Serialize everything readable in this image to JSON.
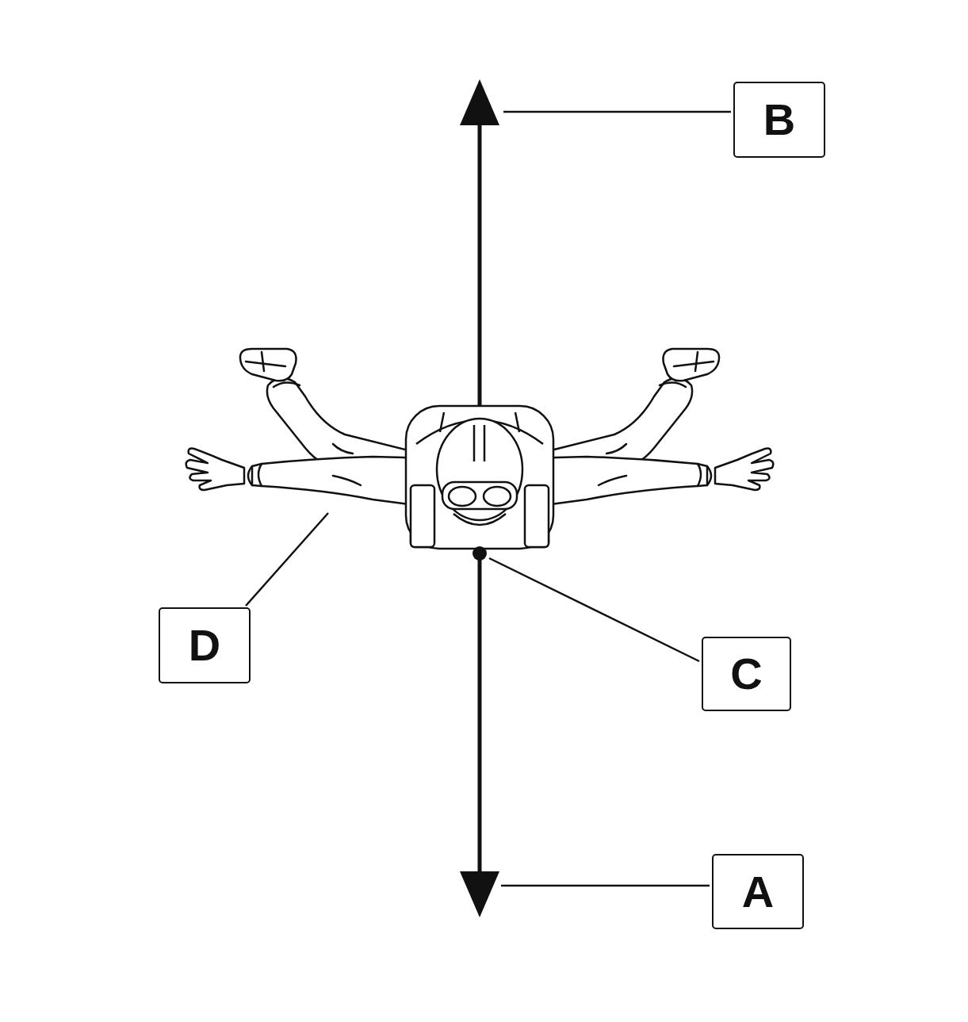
{
  "diagram": {
    "nodes": [
      {
        "text": [
          "B"
        ]
      },
      {
        "text": [
          "D"
        ]
      },
      {
        "text": [
          "C"
        ]
      },
      {
        "text": [
          "A"
        ]
      }
    ]
  }
}
